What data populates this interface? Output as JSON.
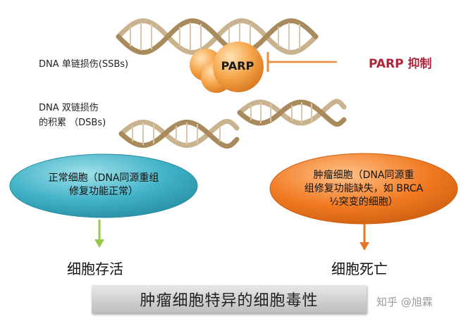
{
  "labels": {
    "ssb": "DNA 单链损伤(SSBs)",
    "dsb_line1": "DNA  双链损伤",
    "dsb_line2": "的积累 （DSBs)",
    "parp": "PARP",
    "parp_inhibition": "PARP 抑制"
  },
  "normal_cell": {
    "line1": "正常细胞（DNA同源重组",
    "line2": "修复功能正常）",
    "outcome": "细胞存活"
  },
  "tumor_cell": {
    "line1": "肿瘤细胞（DNA同源重",
    "line2": "组修复功能缺失，如  BRCA",
    "line3": "½突变的细胞）",
    "outcome": "细胞死亡"
  },
  "banner": "肿瘤细胞特异的细胞毒性",
  "watermark": "知乎 @旭霖",
  "colors": {
    "normal_ellipse": "#3fb1c6",
    "tumor_ellipse": "#f07a22",
    "parp_sphere": "#f4a44a",
    "inhibitor_line": "#f08a3a",
    "normal_arrow": "#96c84a",
    "tumor_arrow": "#e8762a",
    "dna_strand": "#c9b38f",
    "inhibition_text": "#b0243a"
  }
}
